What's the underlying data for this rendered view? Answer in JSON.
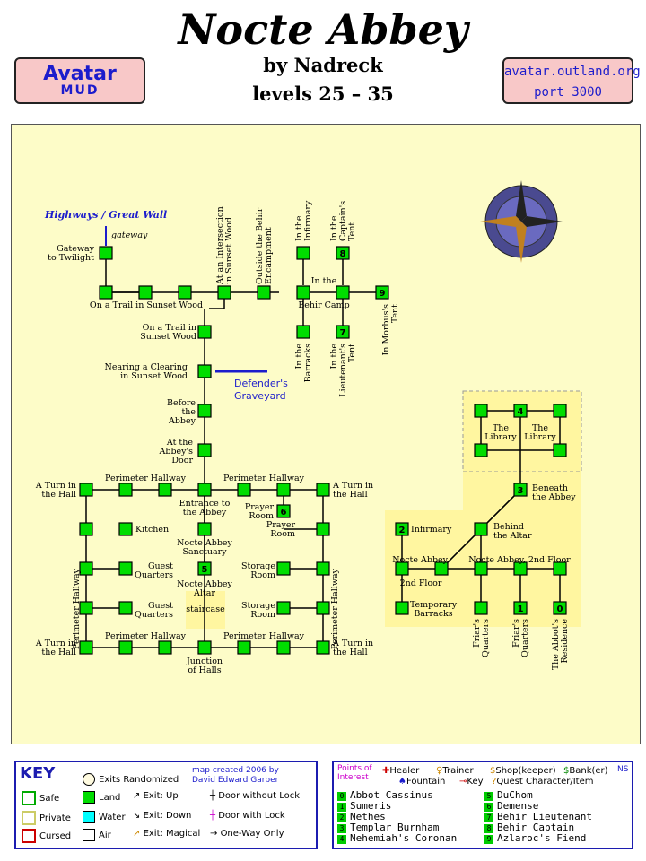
{
  "header": {
    "title": "Nocte Abbey",
    "author": "by Nadreck",
    "levels": "levels 25 – 35",
    "banner_left_1": "Avatar",
    "banner_left_2": "MUD",
    "banner_right_1": "avatar.outland.org",
    "banner_right_2": "port 3000"
  },
  "map": {
    "highways": "Highways / Great Wall",
    "gateway": "gateway",
    "defenders": [
      "Defender's",
      "Graveyard"
    ],
    "labels": [
      {
        "t": [
          "Gateway",
          "to Twilight"
        ]
      },
      {
        "t": [
          "On a Trail in Sunset Wood"
        ]
      },
      {
        "t": [
          "On a Trail in",
          "Sunset Wood"
        ]
      },
      {
        "t": [
          "Nearing a Clearing",
          "in Sunset Wood"
        ]
      },
      {
        "t": [
          "Before",
          "the",
          "Abbey"
        ]
      },
      {
        "t": [
          "At the",
          "Abbey's",
          "Door"
        ]
      },
      {
        "t": [
          "A Turn in",
          "the Hall"
        ]
      },
      {
        "t": [
          "Perimeter Hallway"
        ]
      },
      {
        "t": [
          "Perimeter Hallway"
        ]
      },
      {
        "t": [
          "A Turn in",
          "the Hall"
        ]
      },
      {
        "t": [
          "Entrance to",
          "the Abbey"
        ]
      },
      {
        "t": [
          "Kitchen"
        ]
      },
      {
        "t": [
          "Prayer",
          "Room"
        ]
      },
      {
        "t": [
          "Prayer",
          "Room"
        ]
      },
      {
        "t": [
          "Nocte Abbey",
          "Sanctuary"
        ]
      },
      {
        "t": [
          "Guest",
          "Quarters"
        ]
      },
      {
        "t": [
          "Storage",
          "Room"
        ]
      },
      {
        "t": [
          "Nocte Abbey",
          "Altar"
        ]
      },
      {
        "t": [
          "staircase"
        ]
      },
      {
        "t": [
          "Guest",
          "Quarters"
        ]
      },
      {
        "t": [
          "Storage",
          "Room"
        ]
      },
      {
        "t": [
          "A Turn in",
          "the Hall"
        ]
      },
      {
        "t": [
          "Perimeter Hallway"
        ]
      },
      {
        "t": [
          "Perimeter Hallway"
        ]
      },
      {
        "t": [
          "A Turn in",
          "the Hall"
        ]
      },
      {
        "t": [
          "Junction",
          "of Halls"
        ]
      },
      {
        "t": [
          "In the"
        ]
      },
      {
        "t": [
          "Behir Camp"
        ]
      },
      {
        "t": [
          "The",
          "Library"
        ]
      },
      {
        "t": [
          "The",
          "Library"
        ]
      },
      {
        "t": [
          "Beneath",
          "the Abbey"
        ]
      },
      {
        "t": [
          "Infirmary"
        ]
      },
      {
        "t": [
          "Behind",
          "the Altar"
        ]
      },
      {
        "t": [
          "Nocte Abbey,"
        ]
      },
      {
        "t": [
          "Nocte Abbey, 2nd Floor"
        ]
      },
      {
        "t": [
          "2nd Floor"
        ]
      },
      {
        "t": [
          "Temporary",
          "Barracks"
        ]
      }
    ],
    "vlabels": [
      {
        "t": [
          "At an Intersection",
          "in Sunset Wood"
        ]
      },
      {
        "t": [
          "Outside the Behir",
          "Encampment"
        ]
      },
      {
        "t": [
          "In the",
          "Infirmary"
        ]
      },
      {
        "t": [
          "In the",
          "Captain's",
          "Tent"
        ]
      },
      {
        "t": [
          "In Morbus's",
          "Tent"
        ]
      },
      {
        "t": [
          "In the",
          "Barracks"
        ]
      },
      {
        "t": [
          "In the",
          "Lieutenant's",
          "Tent"
        ]
      },
      {
        "t": [
          "Perimeter Hallway"
        ]
      },
      {
        "t": [
          "Perimeter Hallway"
        ]
      },
      {
        "t": [
          "Friar's",
          "Quarters"
        ]
      },
      {
        "t": [
          "Friar's",
          "Quarters"
        ]
      },
      {
        "t": [
          "The Abbot's",
          "Residence"
        ]
      }
    ],
    "room_numbers": [
      "8",
      "9",
      "7",
      "6",
      "5",
      "4",
      "3",
      "2",
      "1",
      "0"
    ]
  },
  "key": {
    "title": "KEY",
    "exits_random": "Exits Randomized",
    "credit_1": "map created 2006 by",
    "credit_2": "David Edward Garber",
    "items": [
      "Safe",
      "Land",
      "Exit: Up",
      "Door without Lock",
      "Private",
      "Water",
      "Exit: Down",
      "Door with Lock",
      "Cursed",
      "Air",
      "Exit: Magical",
      "One-Way Only"
    ]
  },
  "poi": {
    "heading_1": "Points of",
    "heading_2": "Interest",
    "legend": [
      "Healer",
      "Trainer",
      "Shop(keeper)",
      "Bank(er)",
      "Fountain",
      "Key",
      "Quest Character/Item"
    ],
    "entries": [
      {
        "n": "0",
        "name": "Abbot Cassinus"
      },
      {
        "n": "1",
        "name": "Sumeris"
      },
      {
        "n": "2",
        "name": "Nethes"
      },
      {
        "n": "3",
        "name": "Templar Burnham"
      },
      {
        "n": "4",
        "name": "Nehemiah's Coronan"
      },
      {
        "n": "5",
        "name": "DuChom"
      },
      {
        "n": "6",
        "name": "Demense"
      },
      {
        "n": "7",
        "name": "Behir Lieutenant"
      },
      {
        "n": "8",
        "name": "Behir Captain"
      },
      {
        "n": "9",
        "name": "Azlaroc's Fiend"
      }
    ],
    "compass": "NS"
  },
  "colors": {
    "land": "#00dd00",
    "safe": "#00aa00",
    "private": "#ffff99",
    "cursed": "#cc0000",
    "water": "#00ffff",
    "scroll": "#fdfcc8",
    "area": "#fff6a0"
  }
}
